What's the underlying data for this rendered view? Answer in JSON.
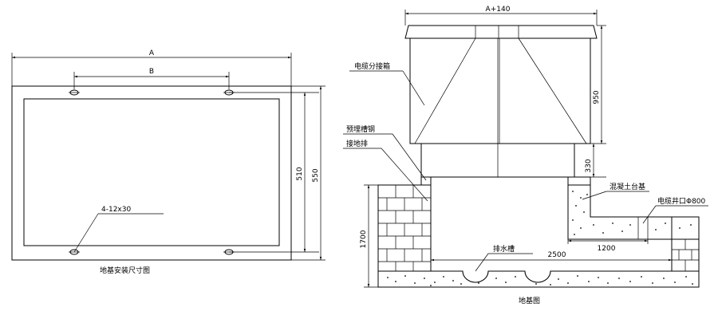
{
  "left": {
    "dim_a": "A",
    "dim_b": "B",
    "dim_510": "510",
    "dim_550": "550",
    "hole_spec": "4-12x30",
    "caption": "地基安装尺寸图"
  },
  "right": {
    "dim_top": "A+140",
    "dim_950": "950",
    "dim_330": "330",
    "dim_1700": "1700",
    "dim_2500": "2500",
    "dim_1200": "1200",
    "label_cable_box": "电缆分接箱",
    "label_channel_steel": "预埋槽钢",
    "label_ground_bar": "接地排",
    "label_concrete_base": "混凝土台基",
    "label_cable_well": "电缆井口Φ800",
    "label_drain": "排水槽",
    "caption": "地基图"
  }
}
